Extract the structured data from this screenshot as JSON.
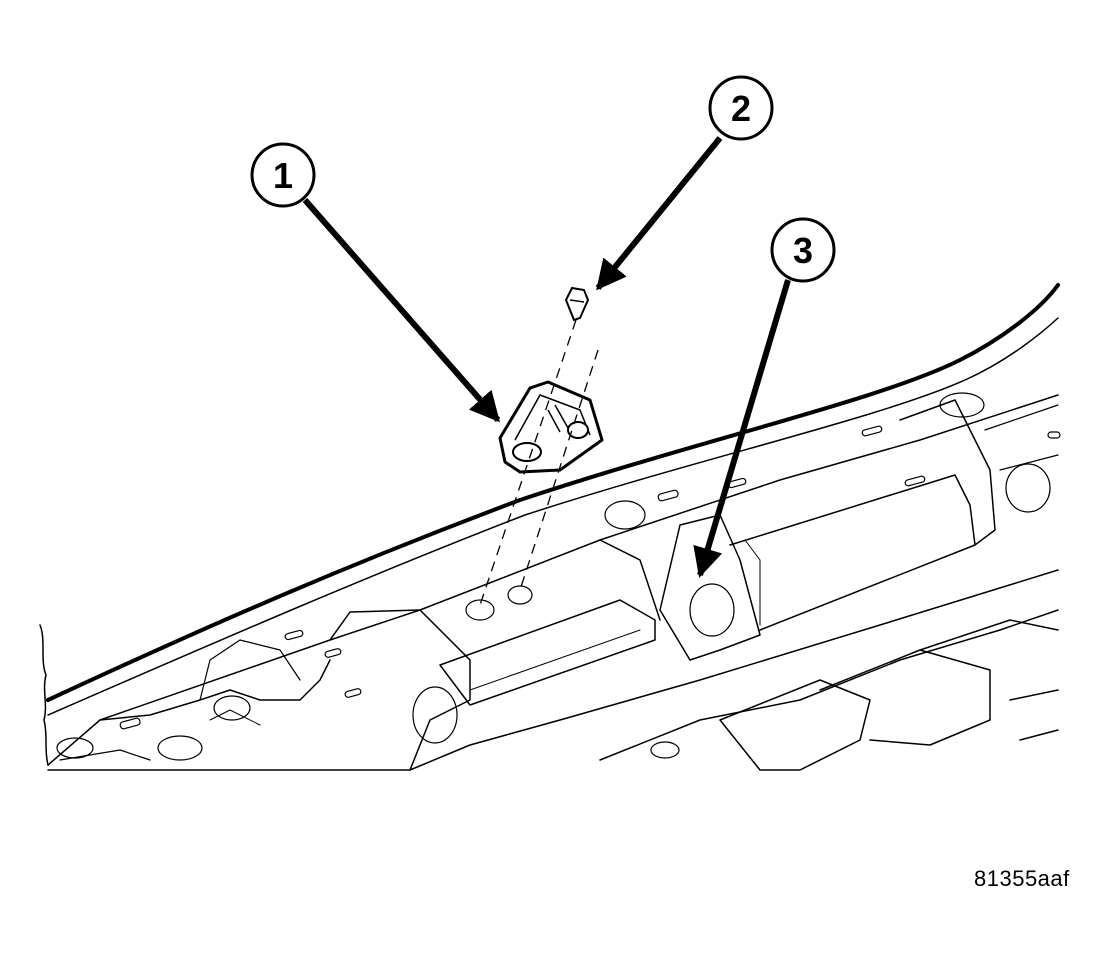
{
  "callouts": [
    {
      "number": "1"
    },
    {
      "number": "2"
    },
    {
      "number": "3"
    }
  ],
  "figure_id": "81355aaf"
}
